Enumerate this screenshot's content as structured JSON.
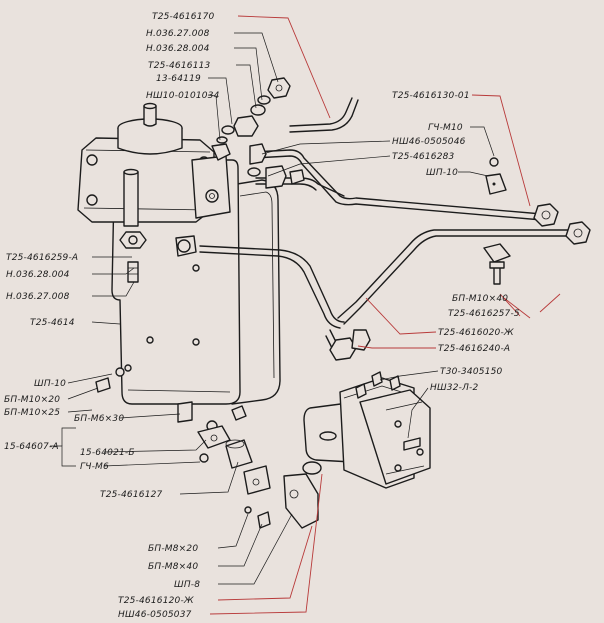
{
  "colors": {
    "background": "#e9e2dd",
    "ink": "#1c1c1c",
    "leader_accent": "#b83a3a"
  },
  "labels": {
    "t25_4616170": "Т25-4616170",
    "n036_27_008_top": "Н.036.27.008",
    "n036_28_004_top": "Н.036.28.004",
    "t25_4616113": "Т25-4616113",
    "p13_64119": "13-64119",
    "nsh10_0101034": "НШ10-0101034",
    "t25_4616130_01": "Т25-4616130-01",
    "gch_m10": "ГЧ-М10",
    "nsh46_0505046": "НШ46-0505046",
    "t25_4616283": "Т25-4616283",
    "shp_10_right": "ШП-10",
    "t25_4616259_a": "Т25-4616259-А",
    "n036_28_004": "Н.036.28.004",
    "n036_27_008": "Н.036.27.008",
    "t25_4614": "Т25-4614",
    "bp_m10x40": "БП-М10×40",
    "t25_4616257_5": "Т25-4616257-5",
    "t25_4616020_zh": "Т25-4616020-Ж",
    "t25_4616240_a": "Т25-4616240-А",
    "t30_3405150": "Т30-3405150",
    "nsh32_l_2": "НШ32-Л-2",
    "shp_10_left": "ШП-10",
    "bp_m10x20": "БП-М10×20",
    "bp_m10x25": "БП-М10×25",
    "bp_m6x30": "БП-М6×30",
    "p15_64607_a": "15-64607-А",
    "p15_64021_b": "15-64021-Б",
    "gch_m6": "ГЧ-М6",
    "t25_4616127": "Т25-4616127",
    "bp_m8x20": "БП-М8×20",
    "bp_m8x40": "БП-М8×40",
    "shp_8": "ШП-8",
    "t25_4616120_zh": "Т25-4616120-Ж",
    "nsh46_0505037": "НШ46-0505037"
  }
}
